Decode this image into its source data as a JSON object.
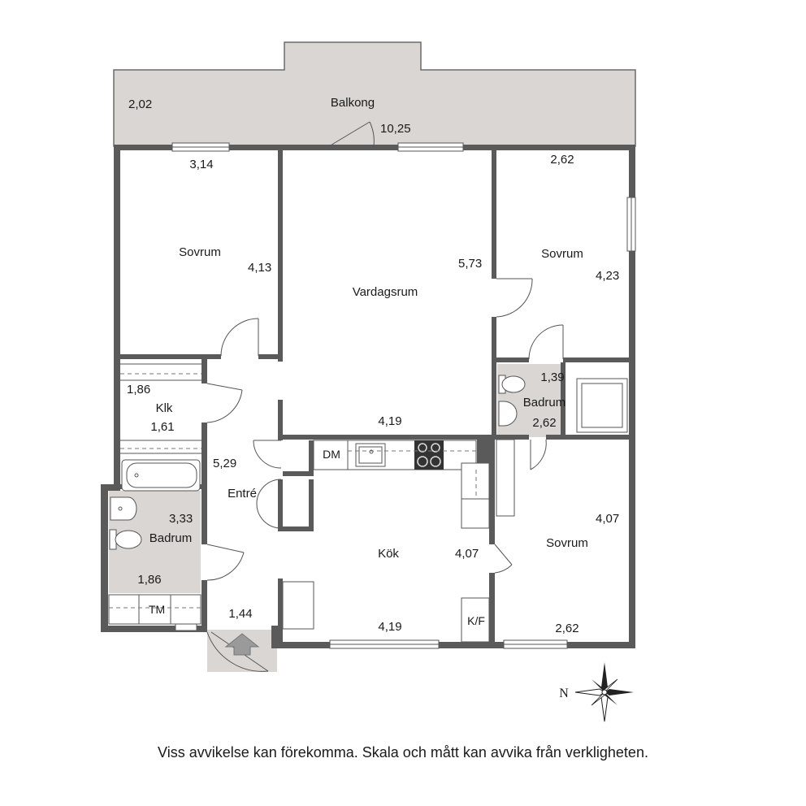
{
  "rooms": {
    "balcony": {
      "name": "Balkong",
      "dim_left": "2,02",
      "dim_right": "10,25"
    },
    "bedroom_nw": {
      "name": "Sovrum",
      "dim_w": "3,14",
      "dim_h": "4,13"
    },
    "living": {
      "name": "Vardagsrum",
      "dim_h": "5,73",
      "dim_w": "4,19"
    },
    "bedroom_ne": {
      "name": "Sovrum",
      "dim_w": "2,62",
      "dim_h": "4,23"
    },
    "closet": {
      "name": "Klk",
      "dim_a": "1,86",
      "dim_b": "1,61"
    },
    "hall": {
      "name": "Entré",
      "dim_h": "5,29",
      "dim_w": "1,44"
    },
    "bath_w": {
      "name": "Badrum",
      "dim_h": "3,33",
      "dim_w": "1,86"
    },
    "laundry": {
      "name": "TM"
    },
    "bath_e": {
      "name": "Badrum",
      "dim_a": "1,39",
      "dim_b": "2,62"
    },
    "kitchen": {
      "name": "Kök",
      "dim_h": "4,07",
      "dim_w": "4,19",
      "dishwasher": "DM",
      "fridge": "K/F"
    },
    "bedroom_se": {
      "name": "Sovrum",
      "dim_h": "4,07",
      "dim_w": "2,62"
    }
  },
  "compass": {
    "label": "N"
  },
  "disclaimer": "Viss avvikelse kan förekomma. Skala och mått kan avvika från verkligheten.",
  "colors": {
    "wall": "#5a5a5a",
    "wet_floor": "#d9d6d3",
    "balcony": "#d9d6d3"
  }
}
